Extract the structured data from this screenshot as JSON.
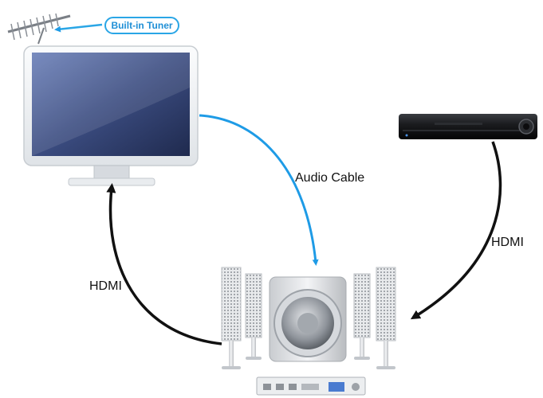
{
  "labels": {
    "tuner": "Built-in Tuner",
    "audio_cable": "Audio Cable",
    "hdmi_left": "HDMI",
    "hdmi_right": "HDMI"
  },
  "colors": {
    "tuner_accent": "#2aa6e6",
    "audio_cable": "#1e9be6",
    "hdmi_cable": "#111111",
    "screen": "#34426e",
    "bezel": "#f1f3f5"
  },
  "icons": [
    "antenna-icon",
    "tv-monitor-icon",
    "bluray-player-icon",
    "home-theater-speakers-icon",
    "receiver-icon"
  ]
}
